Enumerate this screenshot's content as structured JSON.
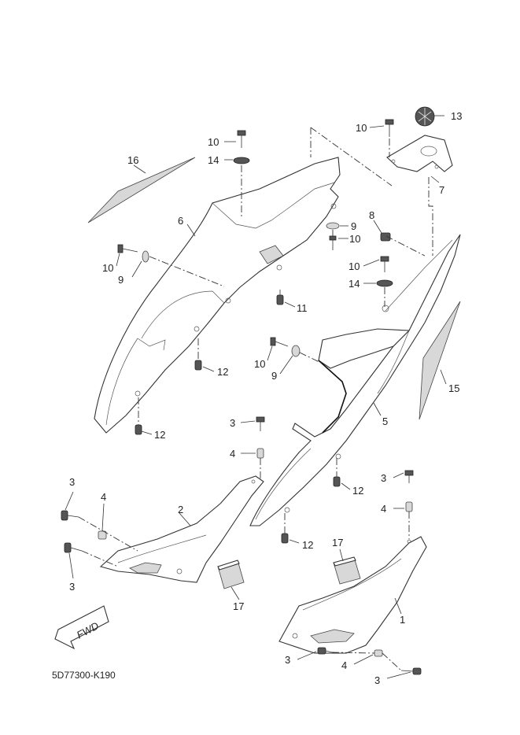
{
  "diagram_code": "5D77300-K190",
  "fwd_label": "FWD",
  "callouts": [
    "1",
    "2",
    "3",
    "4",
    "5",
    "6",
    "7",
    "8",
    "9",
    "10",
    "11",
    "12",
    "13",
    "14",
    "15",
    "16",
    "17"
  ]
}
